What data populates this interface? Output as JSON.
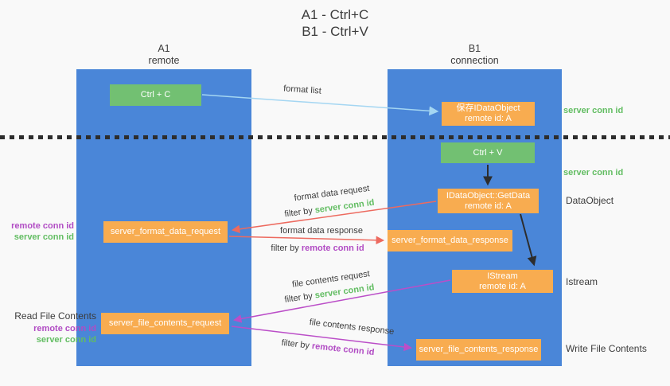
{
  "title": {
    "line1": "A1 - Ctrl+C",
    "line2": "B1 - Ctrl+V"
  },
  "lanes": {
    "left": {
      "id": "A1",
      "role": "remote"
    },
    "right": {
      "id": "B1",
      "role": "connection"
    }
  },
  "boxes": {
    "ctrl_c": "Ctrl + C",
    "ctrl_v": "Ctrl + V",
    "save_dataobject": {
      "line1": "保存IDataObject",
      "line2": "remote id: A"
    },
    "getdata": {
      "line1": "IDataObject::GetData",
      "line2": "remote id: A"
    },
    "istream": {
      "line1": "IStream",
      "line2": "remote id: A"
    },
    "format_request": "server_format_data_request",
    "format_response": "server_format_data_response",
    "file_request": "server_file_contents_request",
    "file_response": "server_file_contents_response"
  },
  "arrow_labels": {
    "format_list": "format list",
    "format_data_request": "format data request",
    "format_data_response": "format data response",
    "file_contents_request": "file contents request",
    "file_contents_response": "file contents response",
    "filter_by": "filter by",
    "server_conn_id": "server conn id",
    "remote_conn_id": "remote conn id"
  },
  "side_labels": {
    "server_conn_id_top": "server conn id",
    "server_conn_id_mid": "server conn id",
    "dataobject": "DataObject",
    "istream": "Istream",
    "write_file_contents": "Write File Contents",
    "read_file_contents": "Read File Contents",
    "remote_conn_id": "remote conn id",
    "server_conn_id": "server conn id"
  },
  "colors": {
    "lane_blue": "#4a86d8",
    "box_green": "#72c072",
    "box_orange": "#f8ac50",
    "arrow_lightblue": "#a4d6f2",
    "arrow_red": "#ed6a5f",
    "arrow_purple": "#bb4ec8",
    "arrow_black": "#2d2d2d",
    "text_green": "#62bd62",
    "text_purple": "#b14cc4",
    "text_dark": "#3c3c3c",
    "background": "#f9f9f9"
  }
}
